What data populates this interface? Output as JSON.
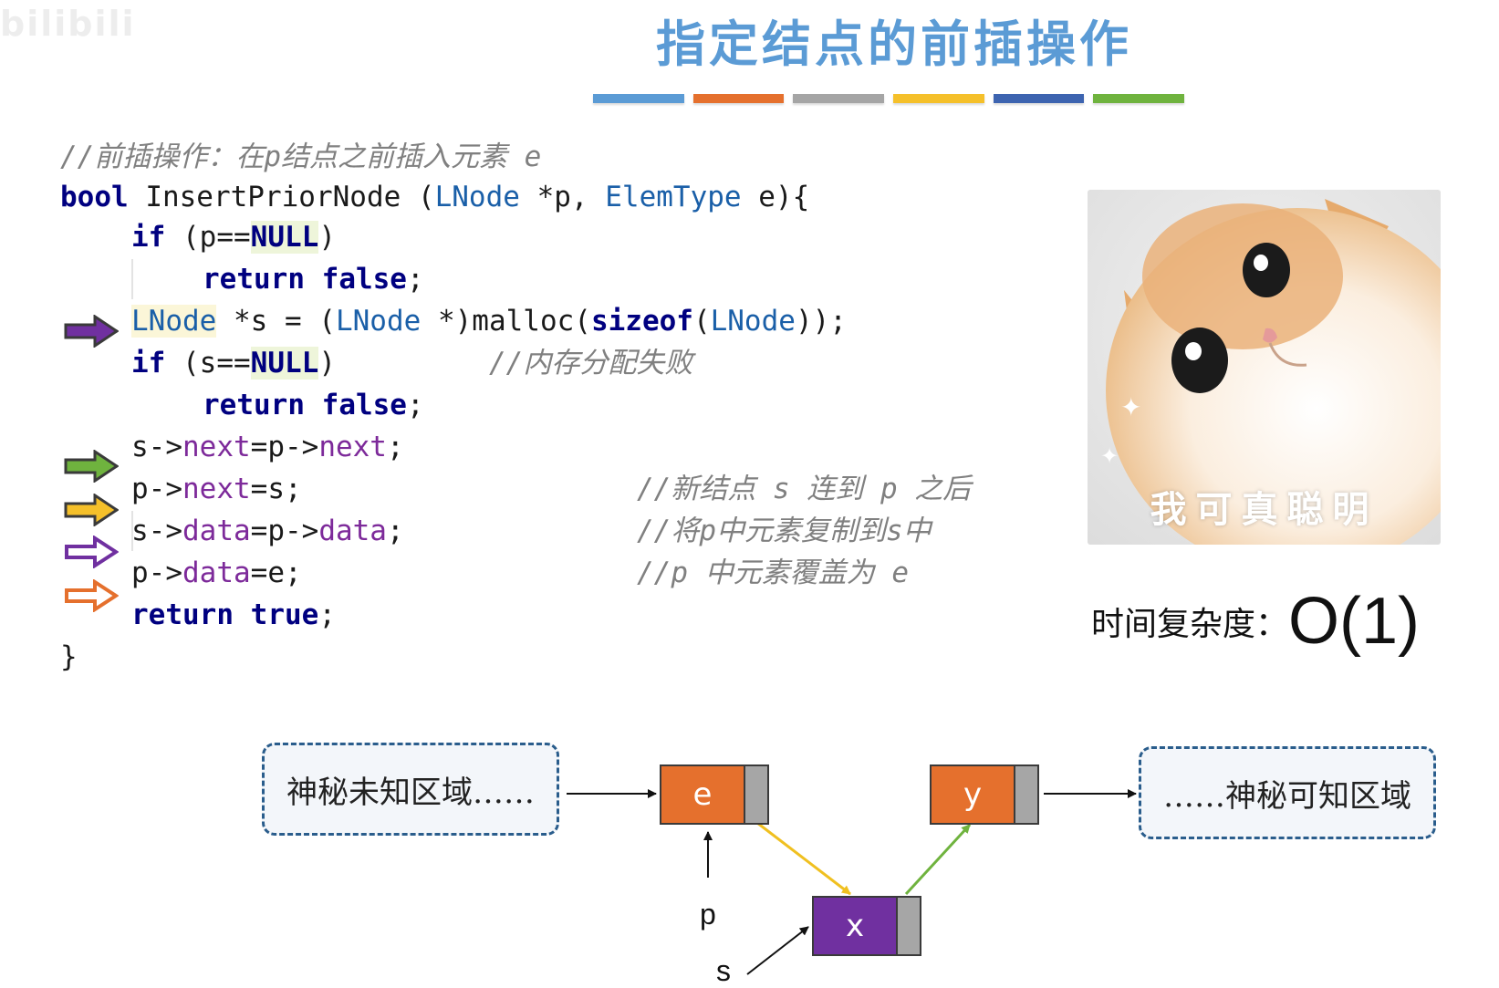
{
  "watermark": "bilibili",
  "title": "指定结点的前插操作",
  "color_bars": [
    "#5b9bd5",
    "#e5702d",
    "#a5a5a5",
    "#f5c02a",
    "#3d64b0",
    "#6fb33e"
  ],
  "code": {
    "comment_top": "//前插操作：在p结点之前插入元素 e",
    "sig": {
      "bool": "bool",
      "name": " InsertPriorNode (",
      "lnode": "LNode",
      "p": " *p, ",
      "elemtype": "ElemType",
      "rest": " e){"
    },
    "if1": {
      "if": "if",
      "open": " (p==",
      "null": "NULL",
      "close": ")"
    },
    "ret1": {
      "return": "return",
      "false": "false",
      "semi": ";"
    },
    "malloc": {
      "lnode1": "LNode",
      "mid": " *s = (",
      "lnode2": "LNode",
      "mid2": " *)malloc(",
      "sizeof": "sizeof",
      "open": "(",
      "lnode3": "LNode",
      "close": "));"
    },
    "if2": {
      "if": "if",
      "open": " (s==",
      "null": "NULL",
      "close": ")",
      "comment": "//内存分配失败"
    },
    "ret2": {
      "return": "return",
      "false": "false",
      "semi": ";"
    },
    "l_next": {
      "a": "s->",
      "b": "next",
      "c": "=p->",
      "d": "next",
      "e": ";"
    },
    "l_pnext": {
      "a": "p->",
      "b": "next",
      "c": "=s;",
      "comment": "//新结点 s 连到 p 之后"
    },
    "l_data": {
      "a": "s->",
      "b": "data",
      "c": "=p->",
      "d": "data",
      "e": ";",
      "comment": "//将p中元素复制到s中"
    },
    "l_pdata": {
      "a": "p->",
      "b": "data",
      "c": "=e;",
      "comment": "//p 中元素覆盖为 e"
    },
    "ret3": {
      "return": "return",
      "true": "true",
      "semi": ";"
    },
    "close": "}"
  },
  "arrow_colors": {
    "malloc": "#7030a0",
    "s_next": "#6fb33e",
    "p_next": "#f5c02a",
    "s_data": "#7030a0",
    "p_data": "#e5702d"
  },
  "cat": {
    "caption": "我可真聪明"
  },
  "complexity": {
    "label": "时间复杂度：",
    "value": "O(1)"
  },
  "diagram": {
    "left_region": "神秘未知区域……",
    "right_region": "……神秘可知区域",
    "node_e": {
      "value": "e",
      "color": "#e5702d"
    },
    "node_y": {
      "value": "y",
      "color": "#e5702d"
    },
    "node_x": {
      "value": "x",
      "color": "#7030a0"
    },
    "label_p": "p",
    "label_s": "s"
  }
}
